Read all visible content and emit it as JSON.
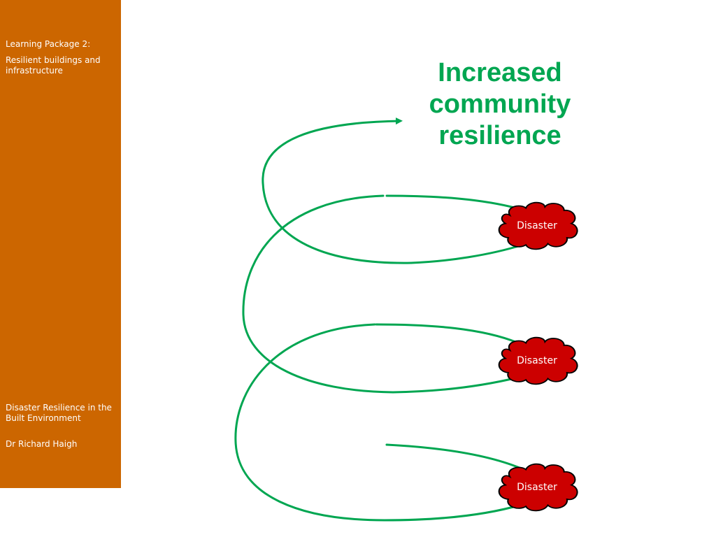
{
  "sidebar": {
    "package_label": "Learning Package 2:",
    "package_title": "Resilient buildings and infrastructure",
    "course_title": "Disaster Resilience in the Built Environment",
    "author": "Dr Richard Haigh"
  },
  "diagram": {
    "outcome": "Increased community resilience",
    "disasters": [
      "Disaster",
      "Disaster",
      "Disaster"
    ]
  },
  "colors": {
    "sidebar": "#cc6600",
    "spiral": "#00a651",
    "outcome_text": "#00a651",
    "cloud_fill": "#cc0000",
    "cloud_outline": "#000000"
  }
}
